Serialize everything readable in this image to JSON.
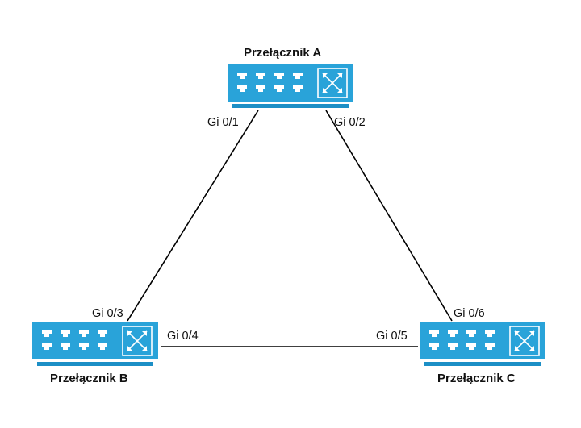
{
  "colors": {
    "switch_body": "#29a3d9",
    "switch_base": "#1c8fc6",
    "port_glyph": "#ffffff",
    "link": "#000000"
  },
  "icons": {
    "switch": "network-switch-icon",
    "port": "ethernet-port-icon",
    "fabric": "crossed-arrows-icon"
  },
  "switches": [
    {
      "id": "A",
      "name": "Przełącznik A"
    },
    {
      "id": "B",
      "name": "Przełącznik B"
    },
    {
      "id": "C",
      "name": "Przełącznik C"
    }
  ],
  "links": [
    {
      "from": "A",
      "to": "B",
      "from_port": "Gi 0/1",
      "to_port": "Gi 0/3"
    },
    {
      "from": "A",
      "to": "C",
      "from_port": "Gi 0/2",
      "to_port": "Gi 0/6"
    },
    {
      "from": "B",
      "to": "C",
      "from_port": "Gi 0/4",
      "to_port": "Gi 0/5"
    }
  ]
}
